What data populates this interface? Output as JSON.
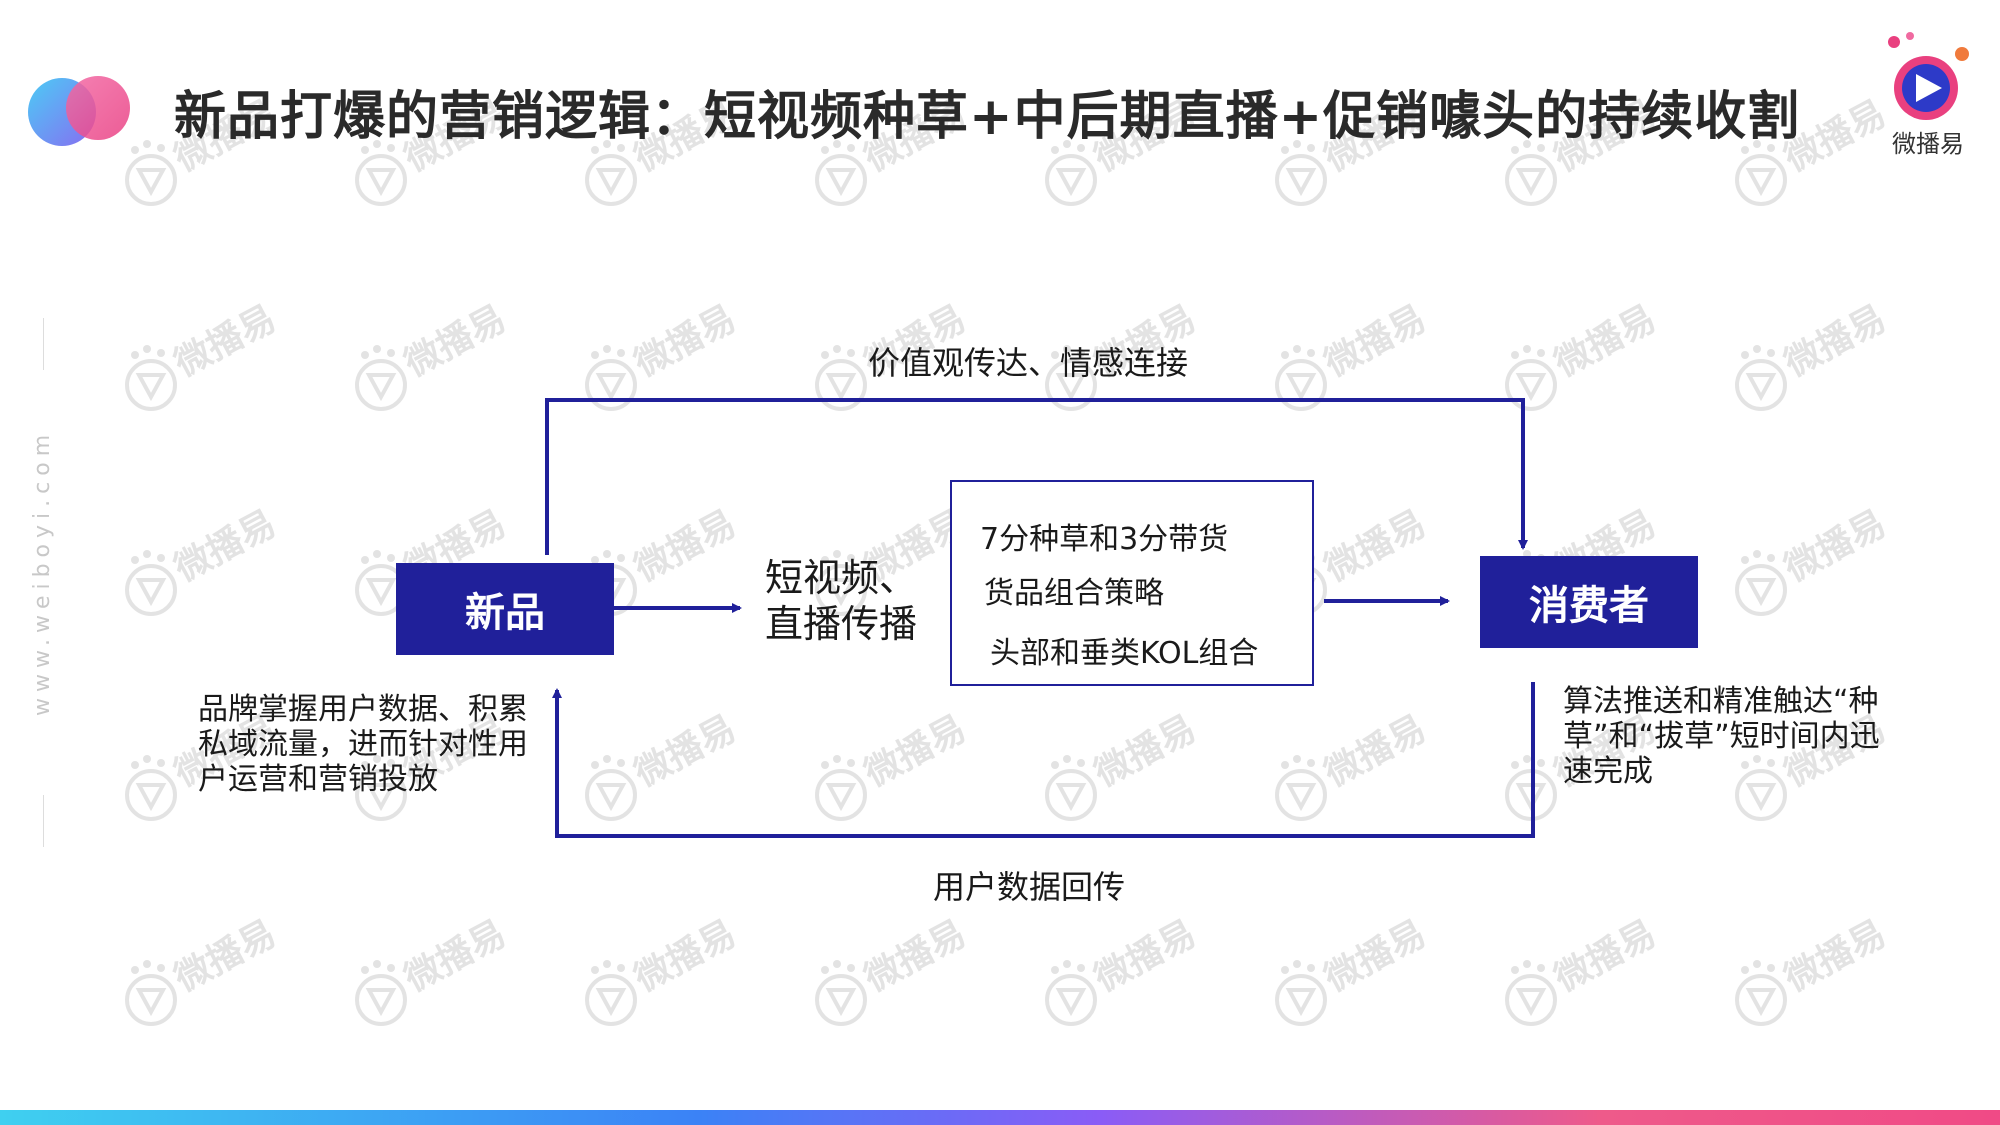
{
  "title": "新品打爆的营销逻辑：短视频种草+中后期直播+促销噱头的持续收割",
  "brand": {
    "name": "微播易",
    "site": "www.weiboyi.com"
  },
  "watermark": "微播易",
  "colors": {
    "accent": "#20209a",
    "title": "#2a2a2a"
  },
  "diagram": {
    "source_node": "新品",
    "target_node": "消费者",
    "top_flow_label": "价值观传达、情感连接",
    "middle_channel_label": "短视频、\n直播传播",
    "strategies": [
      "7分种草和3分带货",
      "货品组合策略",
      "头部和垂类KOL组合"
    ],
    "bottom_flow_label": "用户数据回传",
    "left_note": "品牌掌握用户数据、积累私域流量，进而针对性用户运营和营销投放",
    "right_note": "算法推送和精准触达“种草”和“拔草”短时间内迅速完成"
  }
}
